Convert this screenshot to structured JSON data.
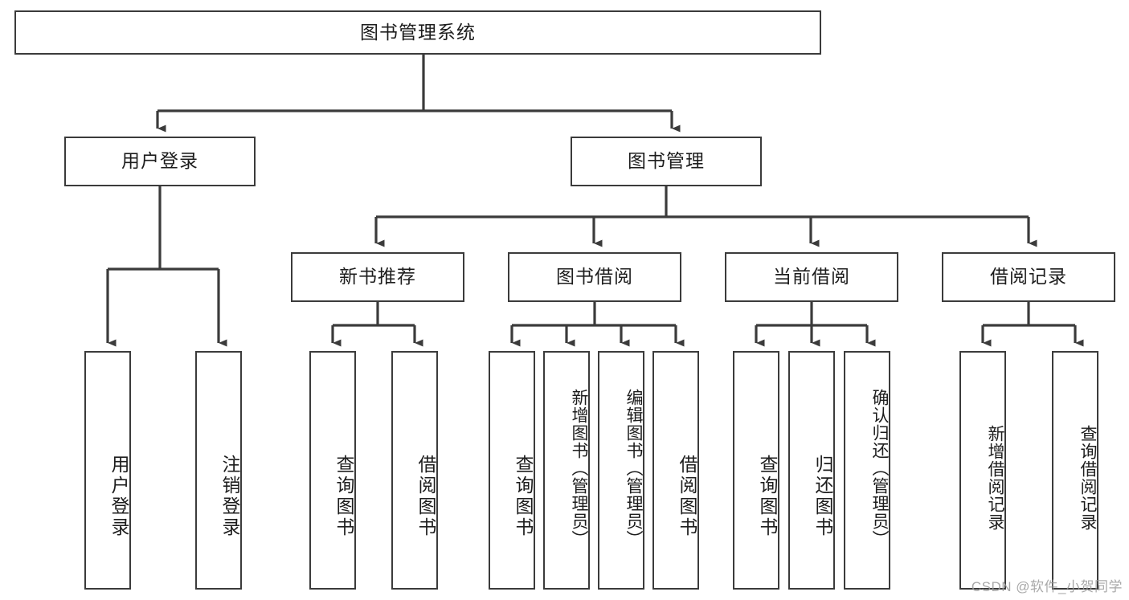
{
  "diagram": {
    "title": "图书管理系统",
    "watermark": "CSDN @软件_小贺同学",
    "colors": {
      "box_border": "#3b3b3b",
      "connector": "#3b3b3b",
      "background": "#ffffff",
      "text": "#1d1d1d",
      "watermark": "#9a9a9a"
    },
    "root": {
      "label": "图书管理系统"
    },
    "level1": [
      {
        "label": "用户登录"
      },
      {
        "label": "图书管理"
      }
    ],
    "level2": [
      {
        "label": "新书推荐"
      },
      {
        "label": "图书借阅"
      },
      {
        "label": "当前借阅"
      },
      {
        "label": "借阅记录"
      }
    ],
    "leaves": {
      "user_login": [
        {
          "label": "用户登录"
        },
        {
          "label": "注销登录"
        }
      ],
      "new_book_recommend": [
        {
          "label": "查询图书"
        },
        {
          "label": "借阅图书"
        }
      ],
      "book_borrow": [
        {
          "label": "查询图书"
        },
        {
          "label": "新增图书（管理员）"
        },
        {
          "label": "编辑图书（管理员）"
        },
        {
          "label": "借阅图书"
        }
      ],
      "current_borrow": [
        {
          "label": "查询图书"
        },
        {
          "label": "归还图书"
        },
        {
          "label": "确认归还（管理员）"
        }
      ],
      "borrow_record": [
        {
          "label": "新增借阅记录"
        },
        {
          "label": "查询借阅记录"
        }
      ]
    }
  }
}
